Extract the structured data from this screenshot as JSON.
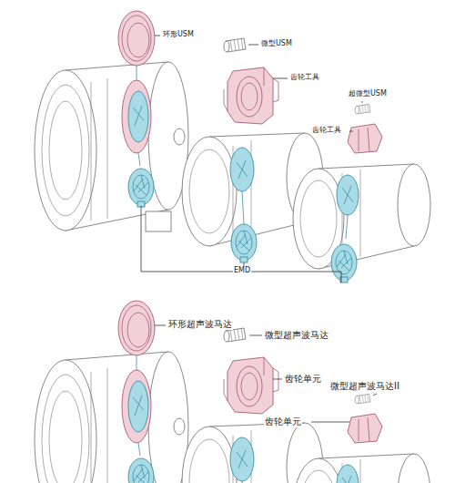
{
  "diagram": {
    "labels": [
      "环形USM",
      "微型USM",
      "齿轮工具",
      "超微型USM",
      "齿轮工具",
      "EMD",
      "环形超声波马达",
      "微型超声波马达",
      "齿轮单元",
      "微型超声波马达II",
      "齿轮单元"
    ]
  }
}
